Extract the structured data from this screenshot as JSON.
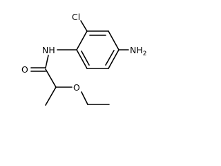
{
  "molecule": {
    "atoms": {
      "chlorine": "Cl",
      "amino": "NH",
      "amino_subscript": "2",
      "amide_nh": "NH",
      "carbonyl_oxygen": "O",
      "ether_oxygen": "O"
    },
    "colors": {
      "bond": "#000000",
      "label": "#000000",
      "background": "#ffffff"
    }
  }
}
